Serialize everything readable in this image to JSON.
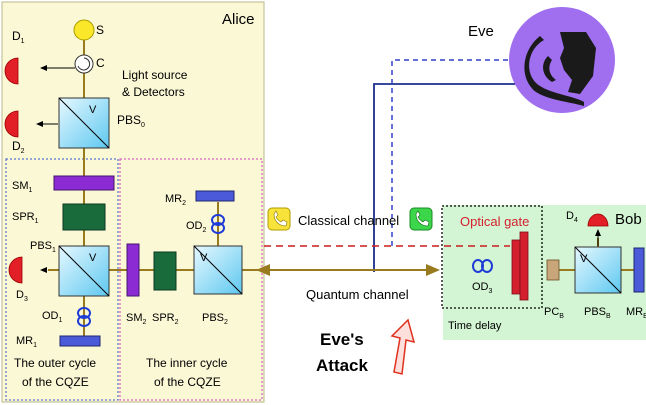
{
  "alice": {
    "title": "Alice",
    "source_label": "S",
    "circulator_label": "C",
    "light_source_line1": "Light source",
    "light_source_line2": "& Detectors",
    "d1": "D",
    "d1_sub": "1",
    "d2": "D",
    "d2_sub": "2",
    "d3": "D",
    "d3_sub": "3",
    "pbs0": "PBS",
    "pbs0_sub": "0",
    "pbs1": "PBS",
    "pbs1_sub": "1",
    "pbs2": "PBS",
    "pbs2_sub": "2",
    "sm1": "SM",
    "sm1_sub": "1",
    "sm2": "SM",
    "sm2_sub": "2",
    "spr1": "SPR",
    "spr1_sub": "1",
    "spr2": "SPR",
    "spr2_sub": "2",
    "mr1": "MR",
    "mr1_sub": "1",
    "mr2": "MR",
    "mr2_sub": "2",
    "od1": "OD",
    "od1_sub": "1",
    "od2": "OD",
    "od2_sub": "2",
    "v_label": "V",
    "outer_cycle_line1": "The outer cycle",
    "outer_cycle_line2": "of the CQZE",
    "inner_cycle_line1": "The inner cycle",
    "inner_cycle_line2": "of the CQZE"
  },
  "eve": {
    "title": "Eve",
    "attack_line1": "Eve's",
    "attack_line2": "Attack"
  },
  "channels": {
    "classical": "Classical channel",
    "quantum": "Quantum channel"
  },
  "bob": {
    "title": "Bob",
    "optical_gate": "Optical gate",
    "time_delay": "Time delay",
    "od3": "OD",
    "od3_sub": "3",
    "d4": "D",
    "d4_sub": "4",
    "pc": "PC",
    "pc_sub": "B",
    "pbs": "PBS",
    "pbs_sub": "B",
    "mr": "MR",
    "mr_sub": "B"
  },
  "colors": {
    "alice_bg": "#fbf8d6",
    "bob_bg": "#d3f5d3",
    "eve_circle": "#9f6ff0",
    "quantum_line": "#9a7a1e",
    "classical_line": "#c81e1e",
    "eve_line": "#1c2e8c",
    "gate_red": "#d41f2f",
    "optical_gate_text": "#d41f2f"
  }
}
